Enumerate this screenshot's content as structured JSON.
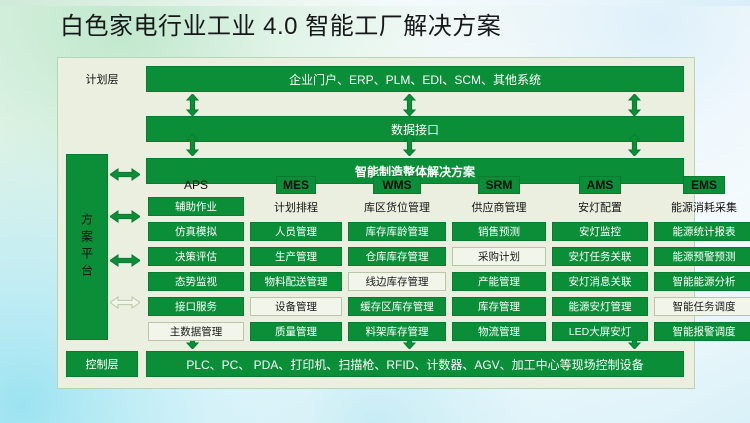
{
  "slide": {
    "title": "白色家电行业工业 4.0 智能工厂解决方案"
  },
  "colors": {
    "green": "#0a8f38",
    "green_border": "#0a7c30",
    "panel_bg": "#eaefe0",
    "light_box": "#f2f5ea"
  },
  "layers": {
    "plan_label": "计划层",
    "platform_label": "方案平台",
    "control_label": "控制层"
  },
  "bars": {
    "enterprise_systems": "企业门户、ERP、PLM、EDI、SCM、其他系统",
    "data_interface": "数据接口",
    "overall_solution": "智能制造整体解决方案",
    "control_devices": "PLC、PC、 PDA、打印机、扫描枪、RFID、计数器、AGV、加工中心等现场控制设备"
  },
  "columns": [
    {
      "id": "aps",
      "head": "APS",
      "head_style": "plain",
      "subtitle": "",
      "items": [
        {
          "label": "辅助作业",
          "style": "dark"
        },
        {
          "label": "仿真模拟",
          "style": "dark"
        },
        {
          "label": "决策评估",
          "style": "dark"
        },
        {
          "label": "态势监视",
          "style": "dark"
        },
        {
          "label": "接口服务",
          "style": "dark"
        },
        {
          "label": "主数据管理",
          "style": "light"
        }
      ]
    },
    {
      "id": "mes",
      "head": "MES",
      "head_style": "chip",
      "subtitle": "计划排程",
      "items": [
        {
          "label": "人员管理",
          "style": "dark"
        },
        {
          "label": "生产管理",
          "style": "dark"
        },
        {
          "label": "物料配送管理",
          "style": "dark"
        },
        {
          "label": "设备管理",
          "style": "light"
        },
        {
          "label": "质量管理",
          "style": "dark"
        }
      ]
    },
    {
      "id": "wms",
      "head": "WMS",
      "head_style": "chip",
      "subtitle": "库区货位管理",
      "items": [
        {
          "label": "库存库龄管理",
          "style": "dark"
        },
        {
          "label": "仓库库存管理",
          "style": "dark"
        },
        {
          "label": "线边库存管理",
          "style": "light"
        },
        {
          "label": "缓存区库存管理",
          "style": "dark"
        },
        {
          "label": "料架库存管理",
          "style": "dark"
        }
      ]
    },
    {
      "id": "srm",
      "head": "SRM",
      "head_style": "chip",
      "subtitle": "供应商管理",
      "items": [
        {
          "label": "销售预测",
          "style": "dark"
        },
        {
          "label": "采购计划",
          "style": "light"
        },
        {
          "label": "产能管理",
          "style": "dark"
        },
        {
          "label": "库存管理",
          "style": "dark"
        },
        {
          "label": "物流管理",
          "style": "dark"
        }
      ]
    },
    {
      "id": "ams",
      "head": "AMS",
      "head_style": "chip",
      "subtitle": "安灯配置",
      "items": [
        {
          "label": "安灯监控",
          "style": "dark"
        },
        {
          "label": "安灯任务关联",
          "style": "dark"
        },
        {
          "label": "安灯消息关联",
          "style": "dark"
        },
        {
          "label": "能源安灯管理",
          "style": "dark"
        },
        {
          "label": "LED大屏安灯",
          "style": "dark"
        }
      ]
    },
    {
      "id": "ems",
      "head": "EMS",
      "head_style": "chip",
      "subtitle": "能源消耗采集",
      "items": [
        {
          "label": "能源统计报表",
          "style": "dark"
        },
        {
          "label": "能源预警预测",
          "style": "dark"
        },
        {
          "label": "智能能源分析",
          "style": "dark"
        },
        {
          "label": "智能任务调度",
          "style": "light"
        },
        {
          "label": "智能报警调度",
          "style": "dark"
        }
      ]
    }
  ],
  "arrows": {
    "vertical_between_bars": 3,
    "vertical_above_control": 3,
    "horizontal_to_platform": 4
  }
}
